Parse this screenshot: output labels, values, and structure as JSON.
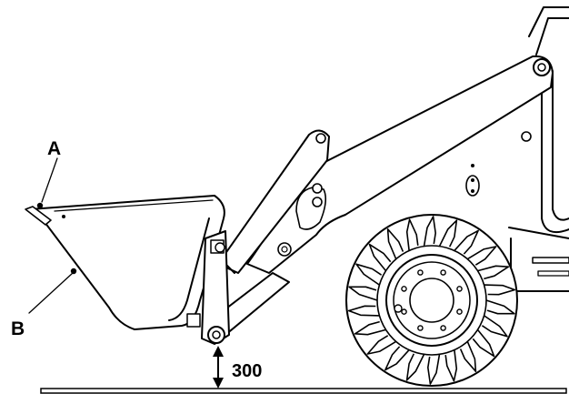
{
  "labels": {
    "a": "A",
    "b": "B",
    "height": "300"
  },
  "colors": {
    "line": "#000000",
    "background": "#ffffff"
  }
}
